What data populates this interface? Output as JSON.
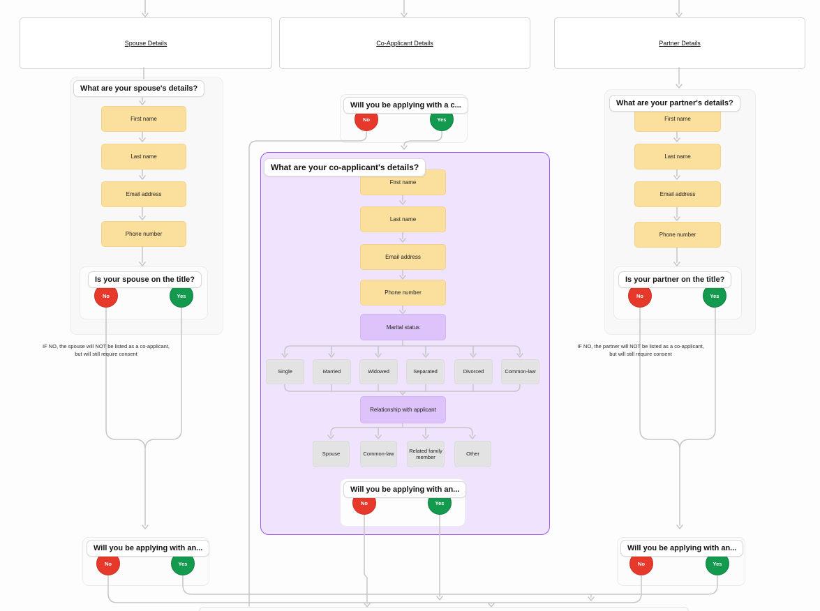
{
  "palette": {
    "no_button": "#e6392b",
    "yes_button": "#149a4e",
    "yellow_field": "#fbdf9d",
    "purple_field": "#ddc3f9",
    "purple_container_border": "#9b57f2",
    "connector": "#c6c6c6"
  },
  "buttons": {
    "no": "No",
    "yes": "Yes"
  },
  "top_nodes": [
    {
      "label": "Spouse Details"
    },
    {
      "label": "Co-Applicant Details"
    },
    {
      "label": "Partner Details"
    }
  ],
  "spouse": {
    "details_heading": "What are your spouse's details?",
    "fields": [
      "First name",
      "Last name",
      "Email address",
      "Phone number"
    ],
    "title_question": "Is your spouse on the title?",
    "note_line1": "IF NO, the spouse will NOT be listed as a co-applicant,",
    "note_line2": "but will still require consent",
    "another_question": "Will you be applying with an..."
  },
  "co_applicant": {
    "apply_question": "Will you be applying with a c...",
    "details_heading": "What are your co-applicant's details?",
    "fields": [
      "First name",
      "Last name",
      "Email address",
      "Phone number"
    ],
    "marital_field": "Marital status",
    "marital_options": [
      "Single",
      "Married",
      "Widowed",
      "Separated",
      "Divorced",
      "Common-law"
    ],
    "relationship_field": "Relationship with applicant",
    "relationship_options": [
      "Spouse",
      "Common-law",
      "Related family member",
      "Other"
    ],
    "another_question": "Will you be applying with an..."
  },
  "partner": {
    "details_heading": "What are your partner's details?",
    "fields": [
      "First name",
      "Last name",
      "Email address",
      "Phone number"
    ],
    "title_question": "Is your partner on the title?",
    "note_line1": "IF NO, the partner will NOT be listed as a co-applicant,",
    "note_line2": "but will still require consent",
    "another_question": "Will you be applying with an..."
  }
}
